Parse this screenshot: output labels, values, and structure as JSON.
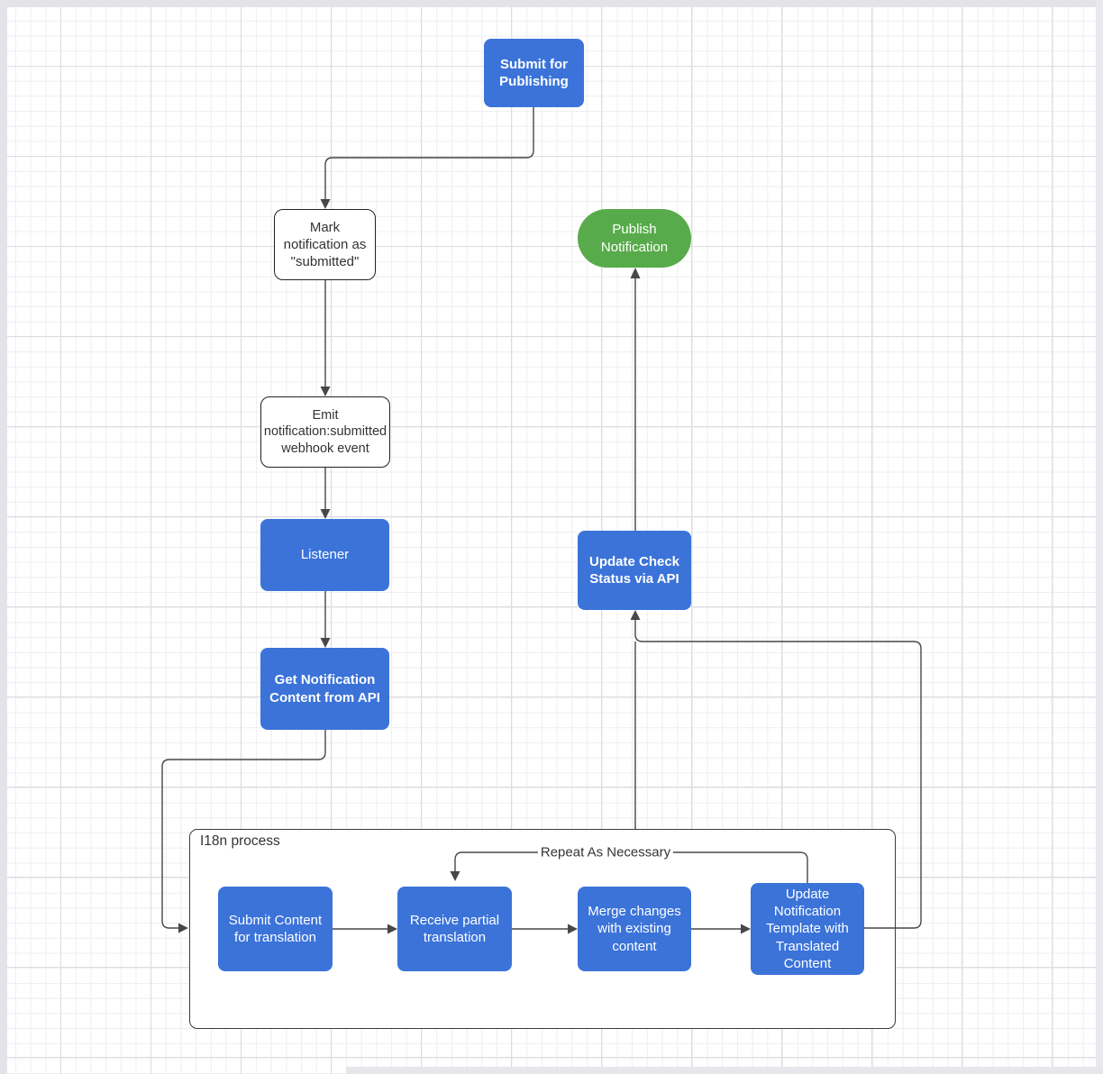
{
  "diagram": {
    "nodes": {
      "submit_publishing": {
        "label": "Submit for Publishing"
      },
      "mark_notification": {
        "label": "Mark notification as \"submitted\""
      },
      "emit_webhook": {
        "label": "Emit notification:submitted webhook event"
      },
      "listener": {
        "label": "Listener"
      },
      "get_content": {
        "label": "Get Notification Content from API"
      },
      "publish_notification": {
        "label": "Publish Notification"
      },
      "update_check_status": {
        "label": "Update Check Status via API"
      },
      "submit_content": {
        "label": "Submit Content for translation"
      },
      "receive_partial": {
        "label": "Receive partial translation"
      },
      "merge_changes": {
        "label": "Merge changes with existing content"
      },
      "update_template": {
        "label": "Update Notification Template with Translated Content"
      }
    },
    "container": {
      "label": "I18n process"
    },
    "edge_labels": {
      "repeat": "Repeat As Necessary"
    },
    "colors": {
      "process_blue": "#3b73d9",
      "terminal_green": "#58ab4a",
      "connector": "#474747"
    }
  }
}
